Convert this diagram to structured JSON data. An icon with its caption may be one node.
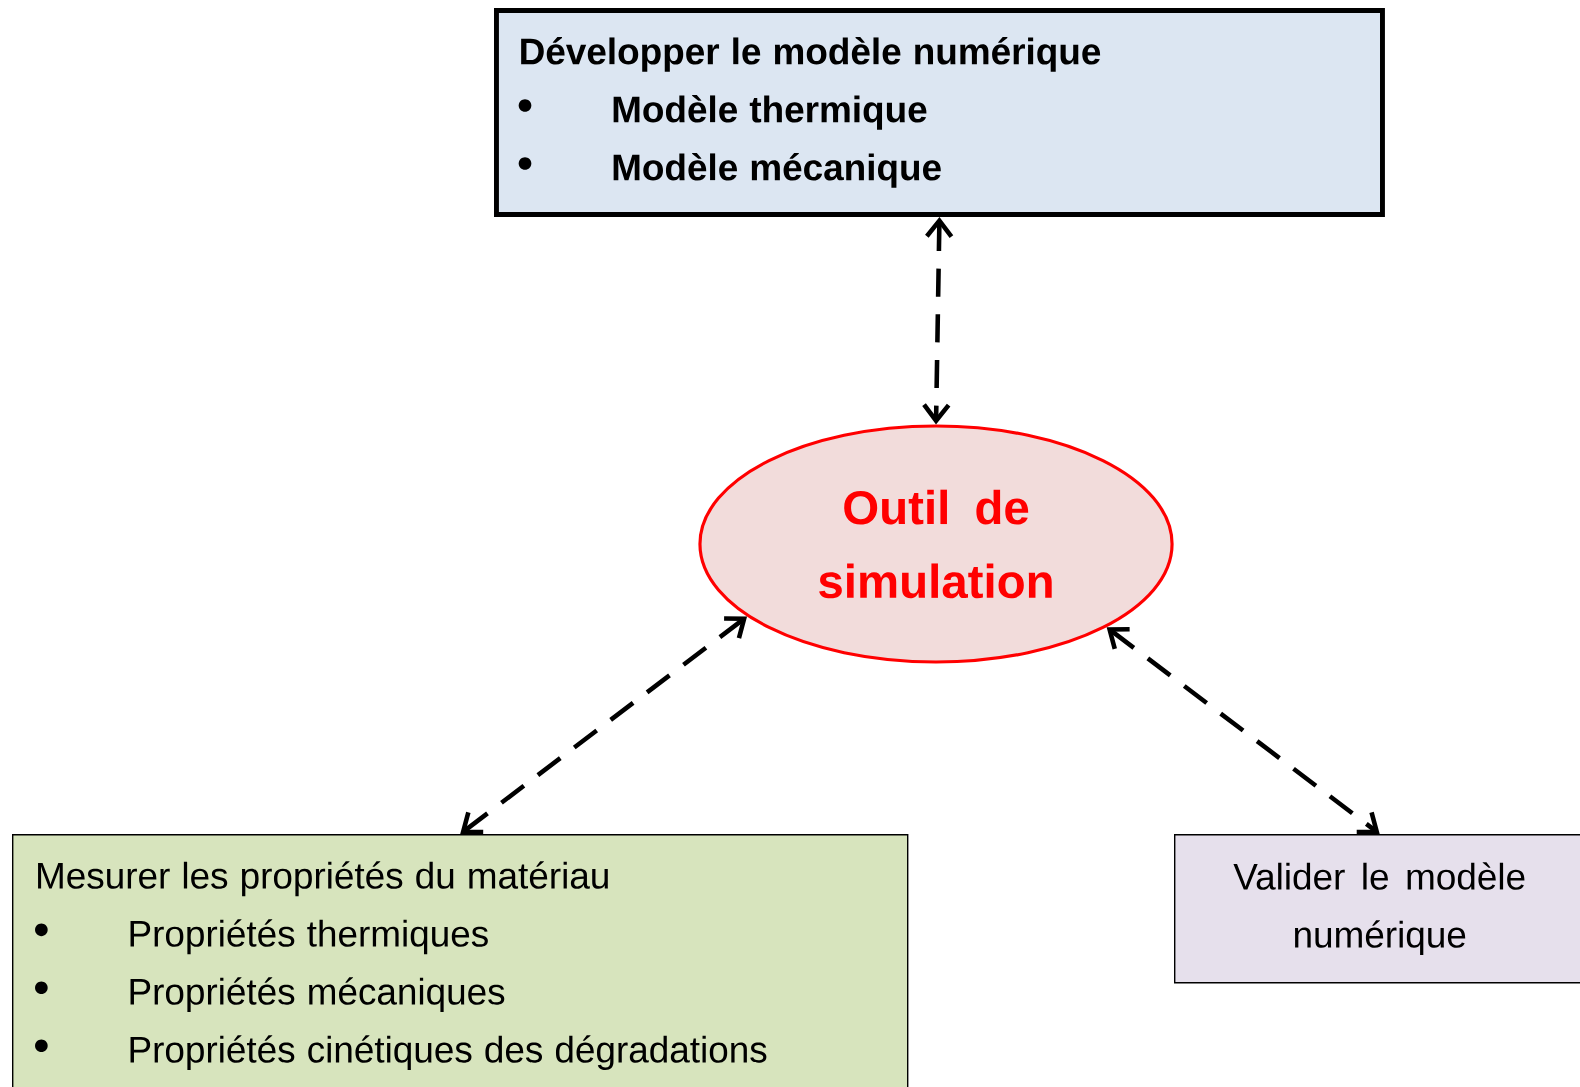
{
  "diagram": {
    "nodes": [
      {
        "text": [
          "Développer le modèle numérique",
          "Modèle thermique",
          "Modèle mécanique"
        ]
      },
      {
        "text": [
          "Outil de simulation"
        ]
      },
      {
        "text": [
          "Mesurer les propriétés du matériau",
          "Propriétés thermiques",
          "Propriétés mécaniques",
          "Propriétés cinétiques des dégradations"
        ]
      },
      {
        "text": [
          "Valider le modèle numérique"
        ]
      }
    ],
    "edges": [
      {
        "from": 0,
        "to": 1,
        "arrow": "both",
        "style": "dashed"
      },
      {
        "from": 1,
        "to": 2,
        "arrow": "both",
        "style": "dashed"
      },
      {
        "from": 1,
        "to": 3,
        "arrow": "both",
        "style": "dashed"
      }
    ]
  }
}
